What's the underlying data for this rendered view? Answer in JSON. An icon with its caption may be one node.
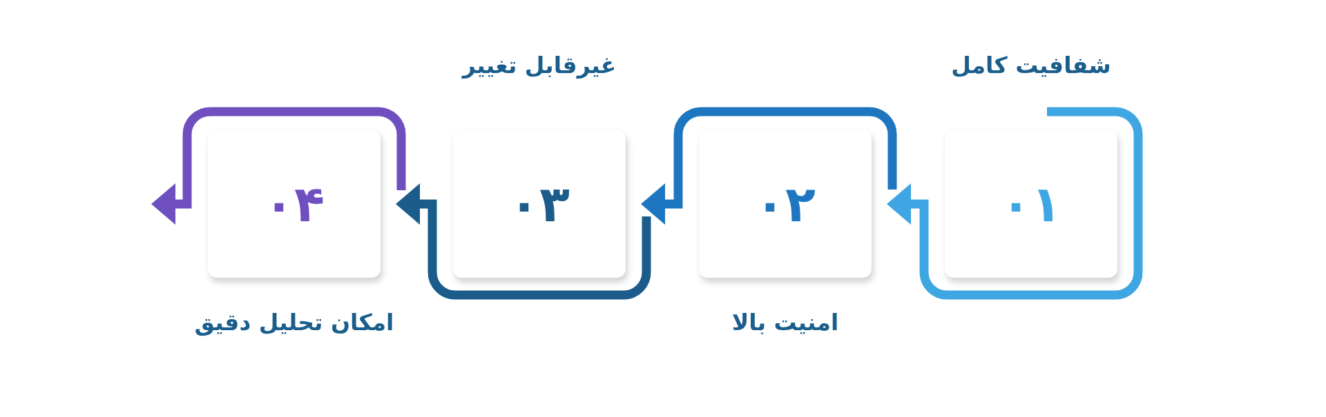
{
  "diagram": {
    "nodes": [
      {
        "text": [
          "۰۱"
        ],
        "beside": [
          "شفافیت کامل"
        ]
      },
      {
        "text": [
          "۰۲"
        ],
        "beside": [
          "امنیت بالا"
        ]
      },
      {
        "text": [
          "۰۳"
        ],
        "beside": [
          "غیرقابل تغییر"
        ]
      },
      {
        "text": [
          "۰۴"
        ],
        "beside": [
          "امکان تحلیل دقیق"
        ]
      }
    ],
    "edges": [
      {
        "from": 0,
        "to": 1,
        "arrow": "to",
        "color": "#3ea6e2"
      },
      {
        "from": 1,
        "to": 2,
        "arrow": "to",
        "color": "#1e76c0"
      },
      {
        "from": 2,
        "to": 3,
        "arrow": "to",
        "color": "#1b5c8a"
      },
      {
        "from": 3,
        "to": null,
        "arrow": "to",
        "color": "#6f4fc0"
      }
    ]
  }
}
